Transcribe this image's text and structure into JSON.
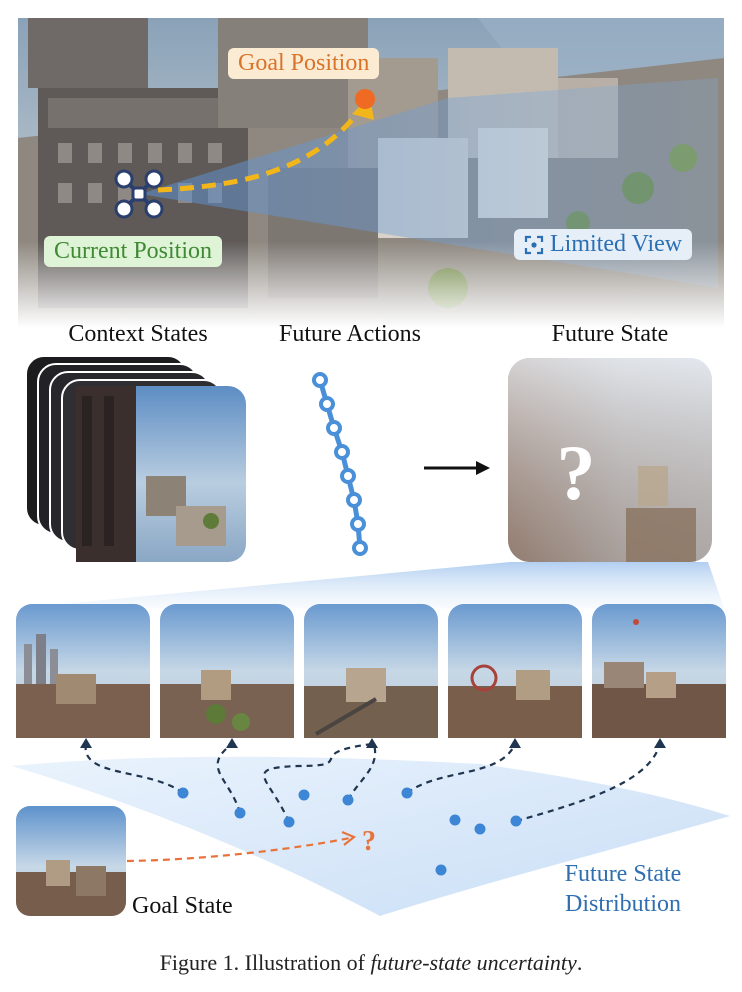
{
  "scene": {
    "goal_position": "Goal Position",
    "current_position": "Current Position",
    "limited_view": "Limited View",
    "drone_icon": "drone-icon",
    "view_icon": "focus-icon",
    "colors": {
      "goal_box_bg": "#fcebd3",
      "goal_text": "#d9732a",
      "current_box_bg": "#dff3d6",
      "current_text": "#3f8a35",
      "view_box_bg": "#e6eef8",
      "view_text": "#2b6fb3",
      "path": "#f2b61a",
      "goal_dot": "#ef6a22"
    }
  },
  "headers": {
    "context": "Context States",
    "actions": "Future Actions",
    "future": "Future State"
  },
  "future_state": {
    "unknown_mark": "?"
  },
  "distribution": {
    "goal_state": "Goal State",
    "unknown_mark": "?",
    "label_line1": "Future State",
    "label_line2": "Distribution",
    "colors": {
      "plane": "#d6e8fb",
      "dots": "#3d86d6",
      "arrows": "#1f3550",
      "goal_arrow": "#e8733a",
      "label": "#2f6fb0"
    }
  },
  "caption": {
    "prefix": "Figure 1. Illustration of ",
    "emphasis": "future-state uncertainty",
    "suffix": "."
  }
}
